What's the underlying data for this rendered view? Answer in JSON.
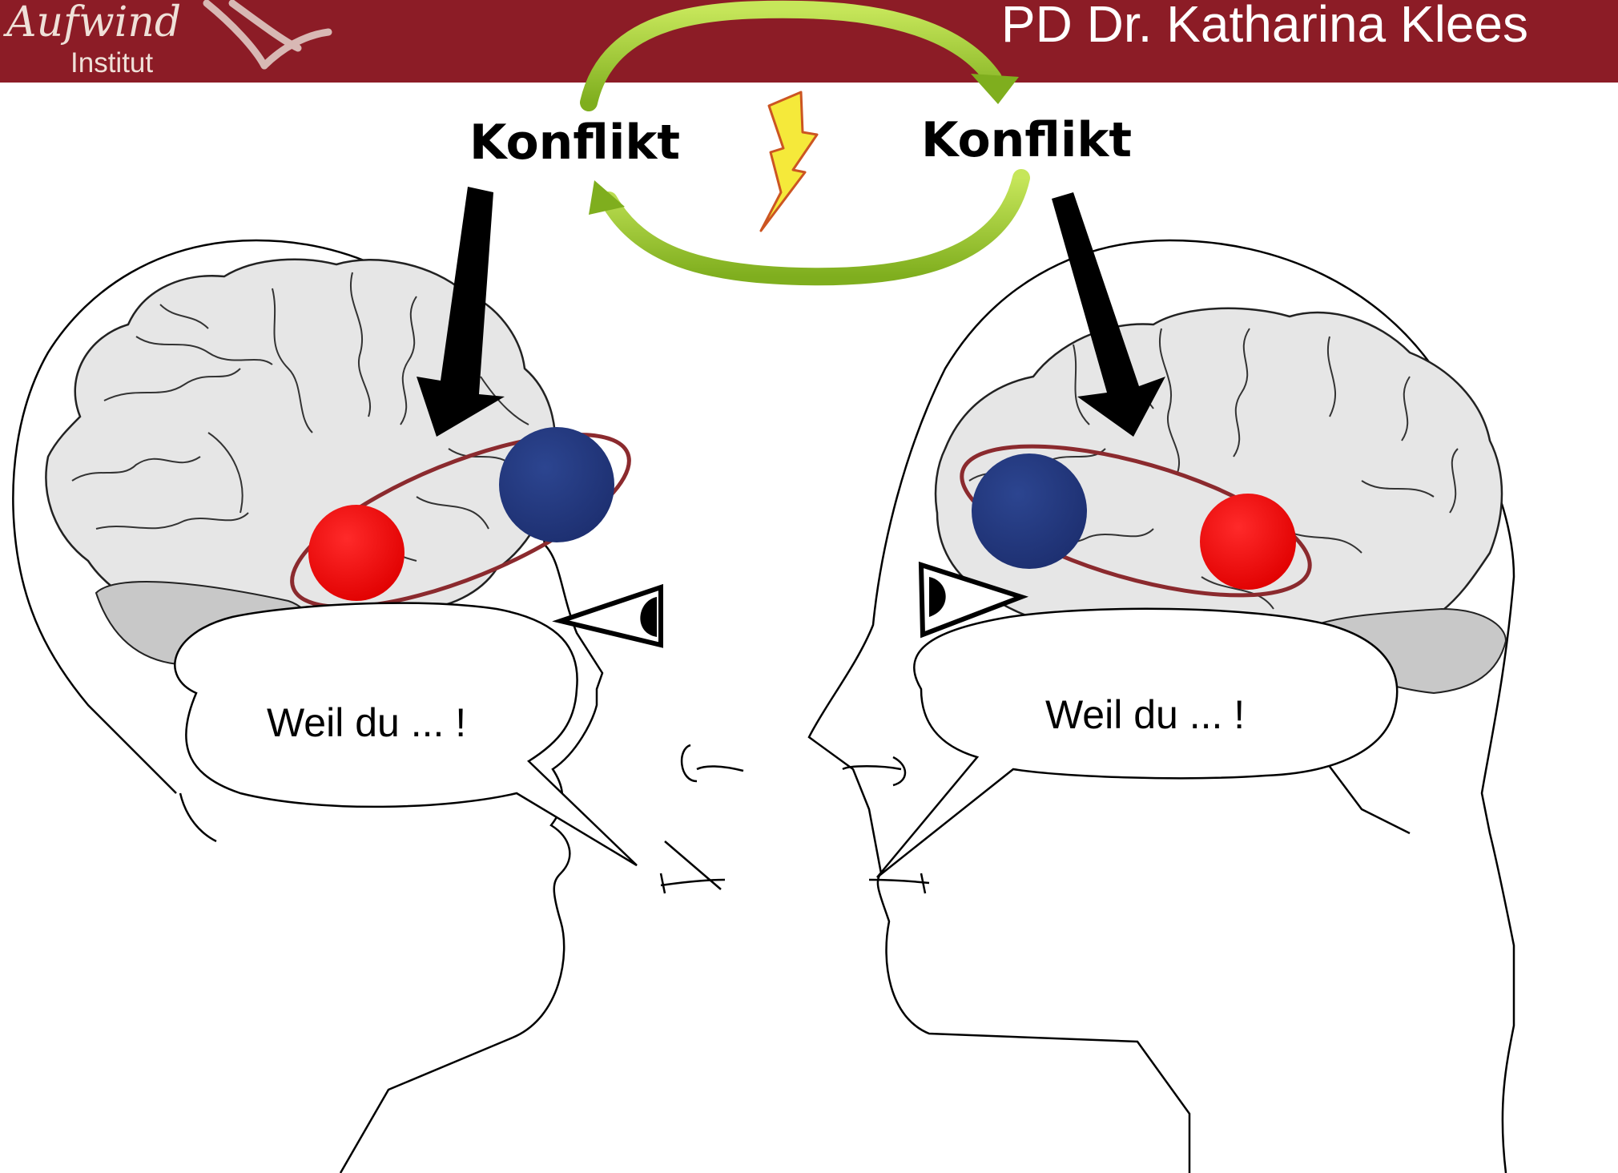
{
  "header": {
    "logo_word": "Aufwind",
    "logo_sub": "Institut",
    "presenter": "PD Dr. Katharina Klees"
  },
  "labels": {
    "conflict_left": "Konflikt",
    "conflict_right": "Konflikt"
  },
  "speech": {
    "left": "Weil du ... !",
    "right": "Weil du ... !"
  },
  "colors": {
    "banner": "#8c1c26",
    "cycle_arrow": "#9acd32",
    "lightning": "#f5e93a",
    "red_region": "#ff1010",
    "blue_region": "#243a84",
    "ellipse": "#8b2a2e",
    "brain_fill": "#e6e6e6"
  }
}
